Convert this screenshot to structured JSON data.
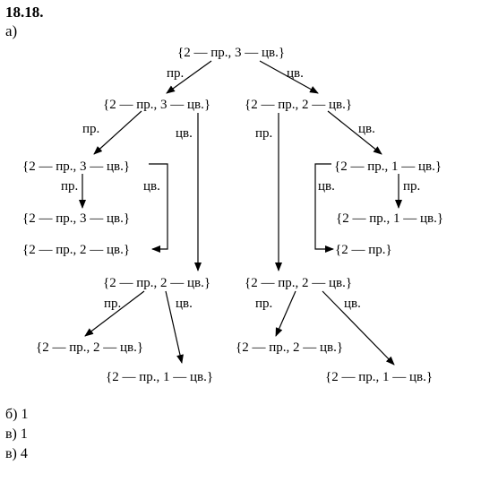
{
  "problem_number": "18.18.",
  "part_a_label": "а)",
  "nodes": {
    "root": "{2 — пр., 3 — цв.}",
    "l1": "{2 — пр., 3 — цв.}",
    "r1": "{2 — пр., 2 — цв.}",
    "ll2": "{2 — пр., 3 — цв.}",
    "rr2": "{2 — пр., 1 — цв.}",
    "ll3": "{2 — пр., 3 — цв.}",
    "rr3": "{2 — пр., 1 — цв.}",
    "ll4": "{2 — пр., 2 — цв.}",
    "rr4": "{2 — пр.}",
    "lm": "{2 — пр., 2 — цв.}",
    "rm": "{2 — пр., 2 — цв.}",
    "lm_l": "{2 — пр., 2 — цв.}",
    "lm_r": "{2 — пр., 1 — цв.}",
    "rm_l": "{2 — пр., 2 — цв.}",
    "rm_r": "{2 — пр., 1 — цв.}"
  },
  "edge_labels": {
    "pr": "пр.",
    "cv": "цв."
  },
  "answers": [
    "б) 1",
    "в) 1",
    "в) 4"
  ]
}
